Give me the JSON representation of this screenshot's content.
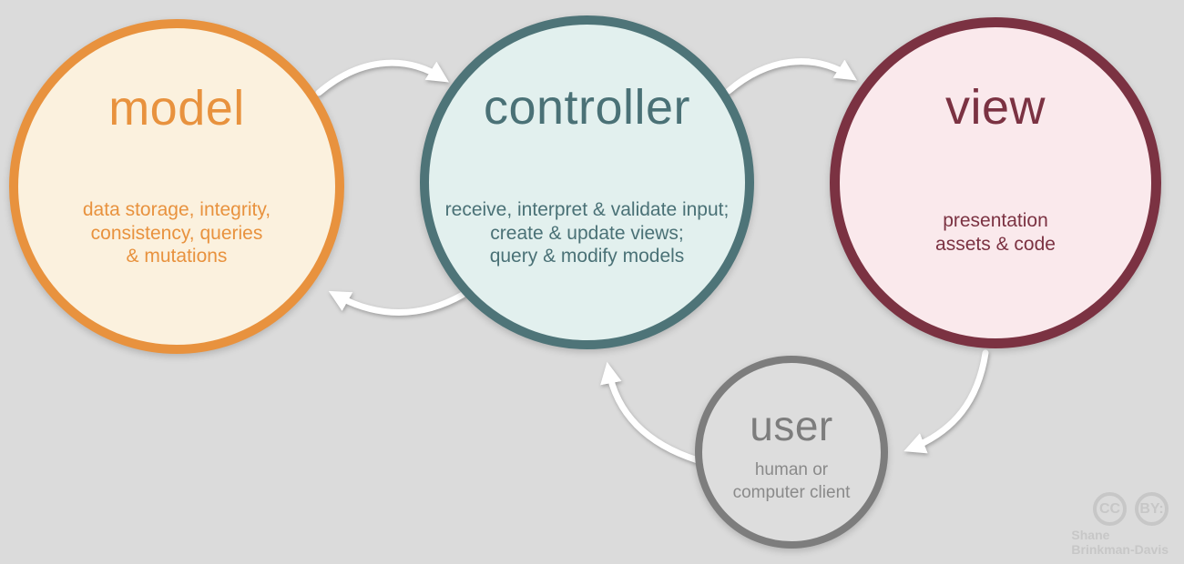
{
  "diagram": {
    "background_color": "#DBDBDB",
    "nodes": [
      {
        "id": "model",
        "title": "model",
        "description": "data storage, integrity,\nconsistency, queries\n& mutations",
        "border_color": "#E8923E",
        "fill_color": "#FBF1DE",
        "text_color": "#E8923E"
      },
      {
        "id": "controller",
        "title": "controller",
        "description": "receive, interpret & validate input;\ncreate & update views;\nquery & modify models",
        "border_color": "#4E7478",
        "fill_color": "#E2F0EE",
        "text_color": "#4A7176"
      },
      {
        "id": "view",
        "title": "view",
        "description": "presentation\nassets & code",
        "border_color": "#7B3242",
        "fill_color": "#FAE9EC",
        "text_color": "#7B3242"
      },
      {
        "id": "user",
        "title": "user",
        "description": "human or\ncomputer client",
        "border_color": "#7D7D7D",
        "fill_color": "#DDDDDD",
        "text_color": "#8A8A8A"
      }
    ],
    "arrows": [
      {
        "from": "model",
        "to": "controller"
      },
      {
        "from": "controller",
        "to": "view"
      },
      {
        "from": "controller",
        "to": "model"
      },
      {
        "from": "user",
        "to": "controller"
      },
      {
        "from": "view",
        "to": "user"
      }
    ],
    "arrow_color": "#FFFFFF"
  },
  "attribution": {
    "badge_cc": "CC",
    "badge_by": "BY:",
    "author": "Shane\nBrinkman-Davis",
    "color": "#C7C7C7"
  }
}
